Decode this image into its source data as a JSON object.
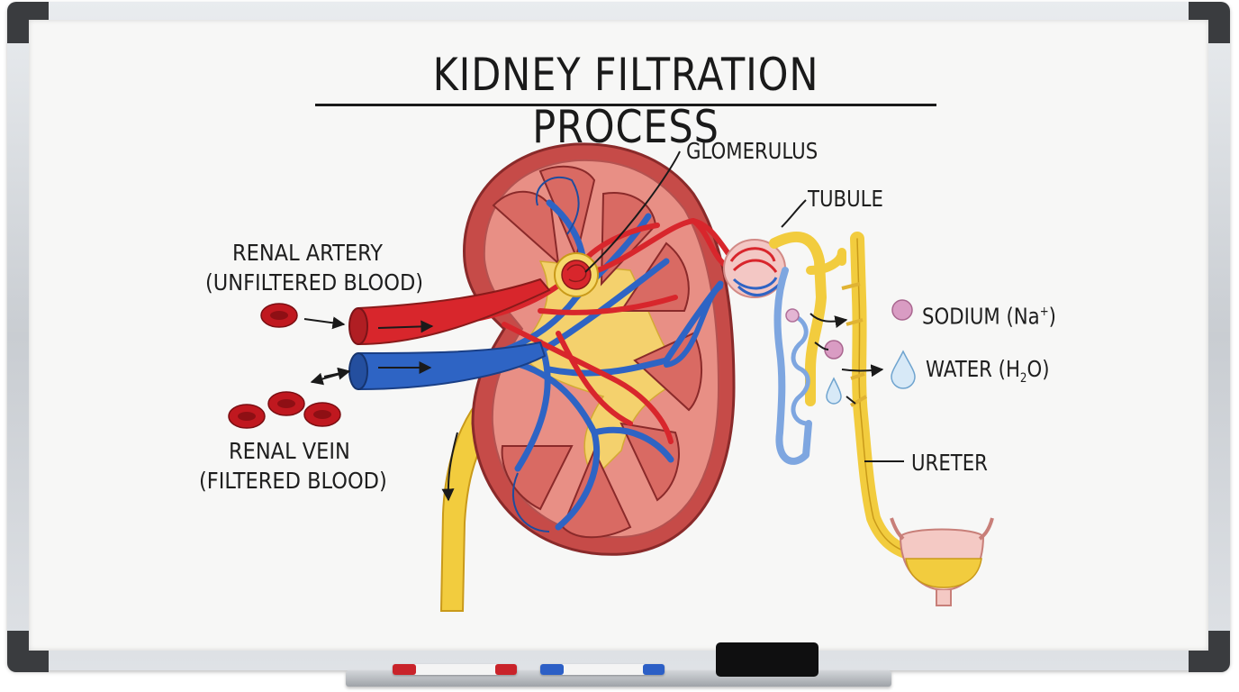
{
  "title": "KIDNEY FILTRATION PROCESS",
  "labels": {
    "renal_artery": "RENAL ARTERY",
    "renal_artery_sub": "(UNFILTERED BLOOD)",
    "renal_vein": "RENAL VEIN",
    "renal_vein_sub": "(FILTERED BLOOD)",
    "glomerulus": "GLOMERULUS",
    "tubule": "TUBULE",
    "ureter": "URETER"
  },
  "legend": [
    {
      "name": "SODIUM (Na",
      "sup": "+",
      "tail": ")",
      "icon": "sodium-ion-icon"
    },
    {
      "name": "WATER (H",
      "sub": "2",
      "tail": "O)",
      "icon": "water-drop-icon"
    }
  ],
  "colors": {
    "artery": "#d8262c",
    "vein": "#2e64c4",
    "urine": "#f2cc3e",
    "kidney_outer": "#a83a3a",
    "kidney_fill": "#e88f85",
    "sodium": "#cf87b4"
  }
}
